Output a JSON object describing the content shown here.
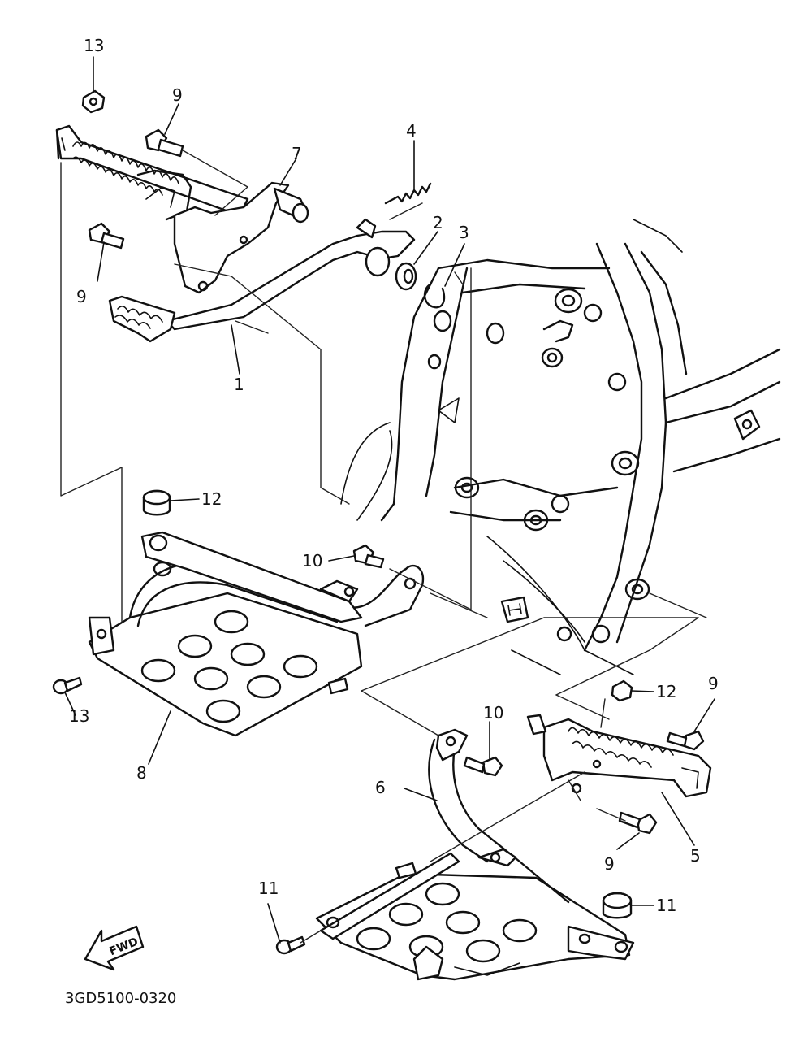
{
  "callouts": [
    {
      "id": "c1",
      "label": "1"
    },
    {
      "id": "c2",
      "label": "2"
    },
    {
      "id": "c3",
      "label": "3"
    },
    {
      "id": "c4",
      "label": "4"
    },
    {
      "id": "c5",
      "label": "5"
    },
    {
      "id": "c6",
      "label": "6"
    },
    {
      "id": "c7",
      "label": "7"
    },
    {
      "id": "c8",
      "label": "8"
    },
    {
      "id": "c9a",
      "label": "9"
    },
    {
      "id": "c9b",
      "label": "9"
    },
    {
      "id": "c9c",
      "label": "9"
    },
    {
      "id": "c9d",
      "label": "9"
    },
    {
      "id": "c10a",
      "label": "10"
    },
    {
      "id": "c10b",
      "label": "10"
    },
    {
      "id": "c11a",
      "label": "11"
    },
    {
      "id": "c11b",
      "label": "11"
    },
    {
      "id": "c12a",
      "label": "12"
    },
    {
      "id": "c12b",
      "label": "12"
    },
    {
      "id": "c13a",
      "label": "13"
    },
    {
      "id": "c13b",
      "label": "13"
    }
  ],
  "arrow_label": "FWD",
  "diagram_code": "3GD5100-0320"
}
